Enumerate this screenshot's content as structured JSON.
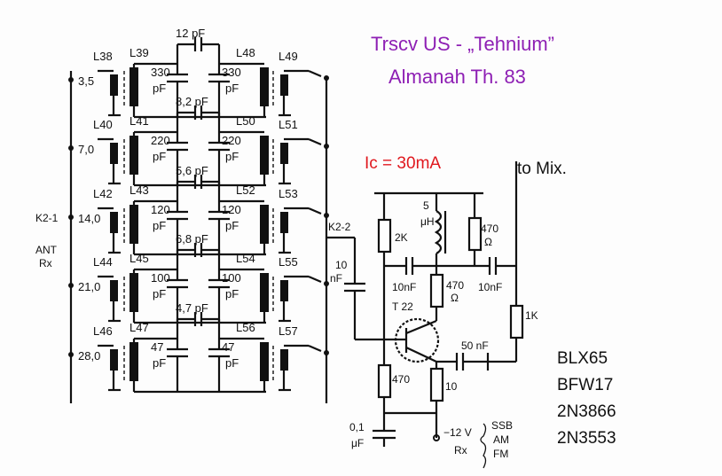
{
  "title_line1": "Trscv US - „Tehnium”",
  "title_line2": "Almanah Th. 83",
  "ic_note": "Ic = 30mA",
  "to_mix": "to Mix.",
  "transistors": [
    "BLX65",
    "BFW17",
    "2N3866",
    "2N3553"
  ],
  "bands": [
    "3,5",
    "7,0",
    "14,0",
    "21,0",
    "28,0"
  ],
  "coupling_caps": [
    "12 pF",
    "8,2 pF",
    "5,6 pF",
    "6,8 pF",
    "4,7 pF"
  ],
  "tank_caps": [
    "330",
    "220",
    "120",
    "100",
    "47"
  ],
  "pf": "pF",
  "left_coils": [
    "L38",
    "L40",
    "L42",
    "L44",
    "L46"
  ],
  "left_tanks": [
    "L39",
    "L41",
    "L43",
    "L45",
    "L47"
  ],
  "right_tanks": [
    "L48",
    "L50",
    "L52",
    "L54",
    "L56"
  ],
  "right_coils": [
    "L49",
    "L51",
    "L53",
    "L55",
    "L57"
  ],
  "switch1": "K2-1",
  "switch2": "K2-2",
  "ant_line1": "ANT",
  "ant_line2": "Rx",
  "amp": {
    "c_in_value": "10",
    "c_in_unit": "nF",
    "r_bias_top": "2K",
    "choke_value": "5",
    "choke_unit": "μH",
    "r_top_right": "470",
    "r_unit": "Ω",
    "c1": "10nF",
    "c2": "10nF",
    "r_collector": "470",
    "transistor": "T 22",
    "c_emitter": "50 nF",
    "r_out": "1K",
    "r_bias_bottom": "470",
    "r_emitter": "10",
    "c_bottom_value": "0,1",
    "c_bottom_unit": "μF",
    "supply": "−12 V",
    "supply_sub": "Rx",
    "modes": [
      "SSB",
      "AM",
      "FM"
    ]
  }
}
